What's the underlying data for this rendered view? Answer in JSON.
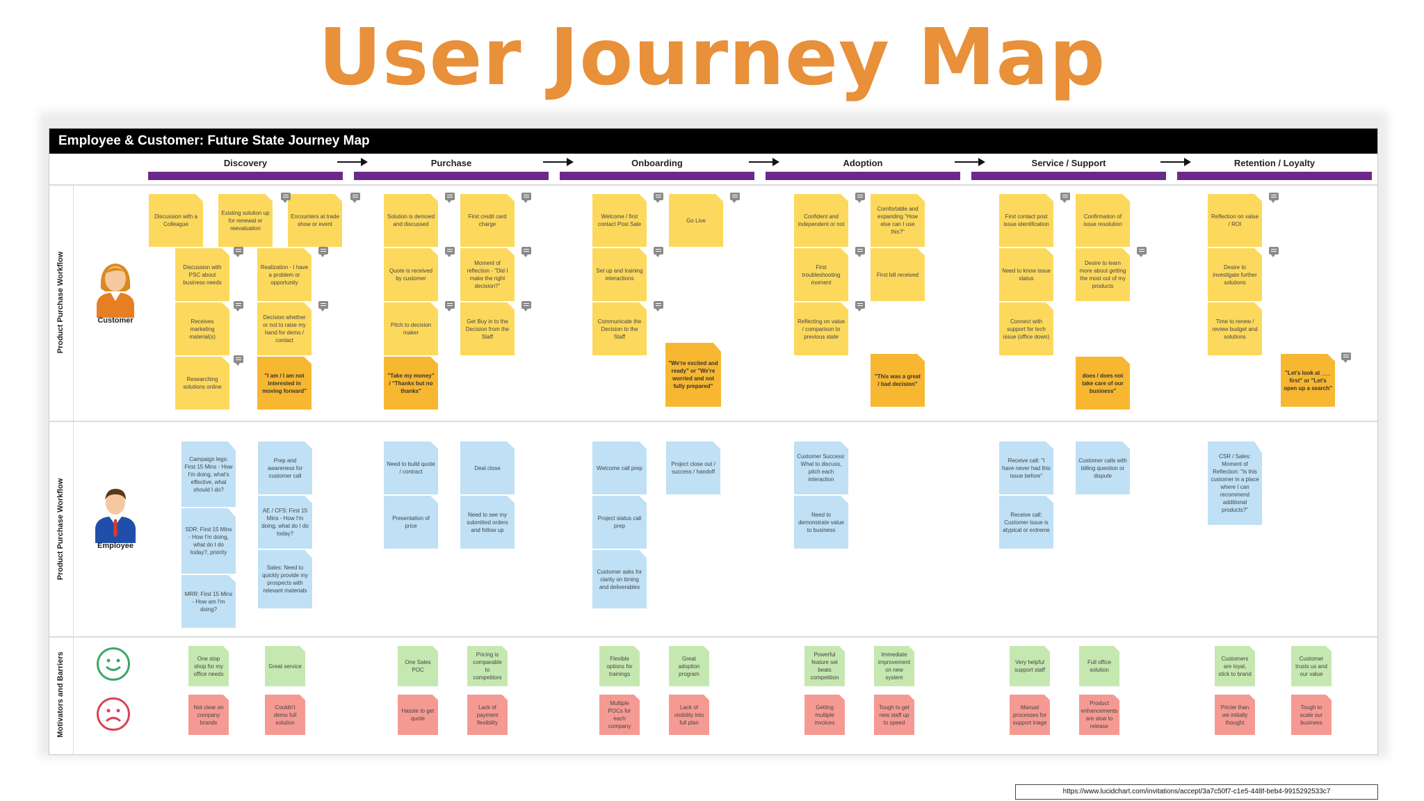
{
  "title": "User Journey Map",
  "map_title": "Employee & Customer: Future State Journey Map",
  "stages": [
    "Discovery",
    "Purchase",
    "Onboarding",
    "Adoption",
    "Service / Support",
    "Retention / Loyalty"
  ],
  "lanes": [
    "Product Purchase Workflow",
    "Product Purchase Workflow",
    "Motivators and Barriers"
  ],
  "personas": {
    "customer": "Customer",
    "employee": "Employee"
  },
  "customer_notes": {
    "n1": "Discussion with a Colleague",
    "n2": "Existing solution up for renewal or reevaluation",
    "n3": "Encounters at trade show or event",
    "n4": "Discussion with PSC about business needs",
    "n5": "Realization - I have a problem or opportunity",
    "n6": "Receives marketing material(s)",
    "n7": "Decision whether or not to raise my hand for demo / contact",
    "n8": "Researching solutions online",
    "n9": "\"I am / I am not interested in moving forward\"",
    "n10": "Solution is demoed and discussed",
    "n11": "First credit card charge",
    "n12": "Quote is received by customer",
    "n13": "Moment of reflection - \"Did I make the right decision?\"",
    "n14": "Pitch to decision maker",
    "n15": "Get Buy in to the Decision from the Staff",
    "n16": "\"Take my money\" / \"Thanks but no thanks\"",
    "n17": "Welcome / first contact Post Sale",
    "n18": "Go Live",
    "n19": "Set up and training interactions",
    "n20": "Communicate the Decision to the Staff",
    "n21": "\"We're excited and ready\" or \"We're worried and not fully prepared\"",
    "n22": "Confident and independent or not",
    "n23": "Comfortable and expanding \"How else can I use this?\"",
    "n24": "First troubleshooting moment",
    "n25": "First bill received",
    "n26": "Reflecting on value / comparison to previous state",
    "n27": "\"This was a great / bad decision\"",
    "n28": "First contact post issue identification",
    "n29": "Confirmation of issue resolution",
    "n30": "Need to know issue status",
    "n31": "Desire to learn more about getting the most out of my products",
    "n32": "Connect with support for tech issue (office down)",
    "n33": "does / does not take care of our business\"",
    "n34": "Reflection on value / ROI",
    "n35": "Desire to investigate further solutions",
    "n36": "Time to renew / review budget and solutions",
    "n37": "\"Let's look at ___ first\" or \"Let's open up a search\""
  },
  "employee_notes": {
    "e1": "Campaign legs: First 15 Mins - How I'm doing, what's effective, what should I do?",
    "e2": "Prep and awareness for customer call",
    "e3": "SDR: First 15 Mins - How I'm doing, what do I do today?, priority",
    "e4": "AE / CFS: First 15 Mins - How I'm doing, what do I do today?",
    "e5": "MRR: First 15 Mins - How am I'm doing?",
    "e6": "Sales: Need to quickly provide my prospects with relevant materials",
    "e7": "Need to build quote / contract",
    "e8": "Deal close",
    "e9": "Presentation of price",
    "e10": "Need to see my submitted orders and follow up",
    "e11": "Welcome call prep",
    "e12": "Project close out / success / handoff",
    "e13": "Project status call prep",
    "e14": "Customer asks for clarity on timing and deliverables",
    "e15": "Customer Success: What to discuss, pitch each interaction",
    "e16": "Need to demonstrate value to business",
    "e17": "Receive call: \"I have never had this issue before\"",
    "e18": "Customer calls with billing question or dispute",
    "e19": "Receive call: Customer issue is atypical or extreme",
    "e20": "CSR / Sales: Moment of Reflection: \"Is this customer in a place where I can recommend additional products?\""
  },
  "motivators": {
    "g1": "One stop shop for my office needs",
    "g2": "Great service",
    "g3": "One Sales POC",
    "g4": "Pricing is comparable to competitors",
    "g5": "Flexible options for trainings",
    "g6": "Great adoption program",
    "g7": "Powerful feature set beats competition",
    "g8": "Immediate improvement on new system",
    "g9": "Very helpful support staff",
    "g10": "Full office solution",
    "g11": "Customers are loyal, stick to brand",
    "g12": "Customer trusts us and our value"
  },
  "barriers": {
    "r1": "Not clear on company brands",
    "r2": "Couldn't demo full solution",
    "r3": "Hassle to get quote",
    "r4": "Lack of payment flexibility",
    "r5": "Multiple POCs for each company",
    "r6": "Lack of visibility into full plan",
    "r7": "Getting multiple invoices",
    "r8": "Tough to get new staff up to speed",
    "r9": "Manual processes for support triage",
    "r10": "Product enhancements are slow to release",
    "r11": "Pricier than we initially thought",
    "r12": "Tough to scale our business"
  },
  "source_url": "https://www.lucidchart.com/invitations/accept/3a7c50f7-c1e5-448f-beb4-9915292533c7",
  "colors": {
    "title": "#e8903a",
    "stage_bar": "#6b2a89",
    "sticky_yellow": "#fcd95c",
    "sticky_orange": "#f7b731",
    "sticky_blue": "#bfe0f5",
    "sticky_green": "#c5e8b0",
    "sticky_red": "#f59a93"
  },
  "icons": [
    "comment-icon",
    "happy-face-icon",
    "sad-face-icon",
    "customer-avatar-icon",
    "employee-avatar-icon"
  ]
}
